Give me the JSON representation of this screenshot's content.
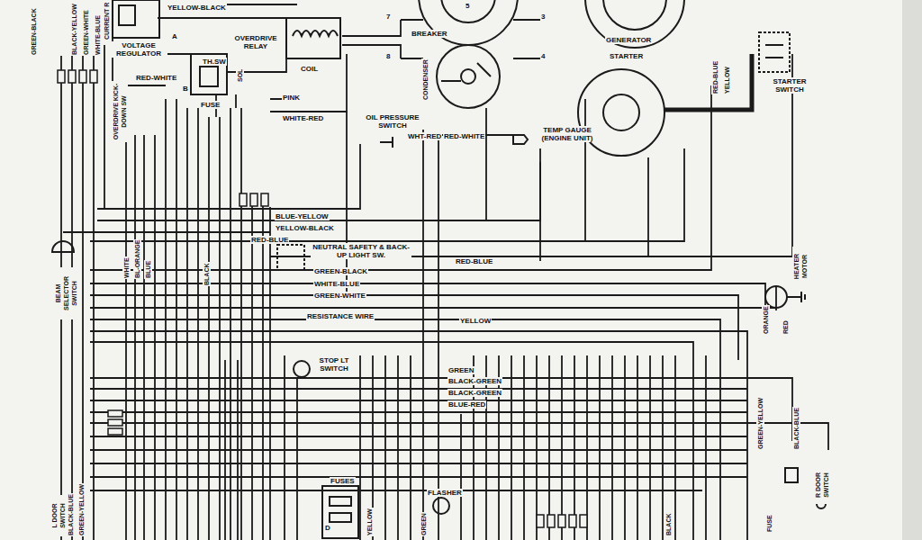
{
  "diagram": {
    "labels": [
      "GREEN-BLACK",
      "BLACK-YELLOW",
      "GREEN-WHITE",
      "WHITE-BLUE",
      "CURRENT R",
      "YELLOW-BLACK",
      "VOLTAGE REGULATOR",
      "A",
      "OVERDRIVE RELAY",
      "RED-WHITE",
      "TH.SW",
      "B",
      "SOL",
      "FUSE",
      "OVERDRIVE KICK-DOWN SW",
      "COIL",
      "PINK",
      "WHITE-RED",
      "7",
      "8",
      "5",
      "3",
      "4",
      "CONDENSER",
      "BREAKER",
      "GENERATOR",
      "STARTER",
      "RED-BLUE",
      "YELLOW",
      "STARTER SWITCH",
      "OIL PRESSURE SWITCH",
      "WHT-RED",
      "RED-WHITE",
      "TEMP GAUGE (ENGINE UNIT)",
      "BLUE-YELLOW",
      "YELLOW-BLACK",
      "RED-BLUE",
      "NEUTRAL SAFETY & BACK-UP LIGHT SW.",
      "GREEN-BLACK",
      "WHITE-BLUE",
      "GREEN-WHITE",
      "RED-BLUE",
      "BEAM SELECTOR SWITCH",
      "WHITE",
      "BL-ORANGE",
      "BLUE",
      "BLACK",
      "RESISTANCE WIRE",
      "YELLOW",
      "HEATER MOTOR",
      "ORANGE",
      "RED",
      "STOP LT SWITCH",
      "GREEN",
      "BLACK-GREEN",
      "BLACK-GREEN",
      "BLUE-RED",
      "GREEN-YELLOW",
      "BLACK-BLUE",
      "R DOOR SWITCH",
      "FUSE",
      "L DOOR SWITCH",
      "BLACK-BLUE",
      "GREEN-YELLOW",
      "FUSES",
      "FLASHER",
      "D",
      "YELLOW",
      "GREEN",
      "BLACK"
    ]
  }
}
